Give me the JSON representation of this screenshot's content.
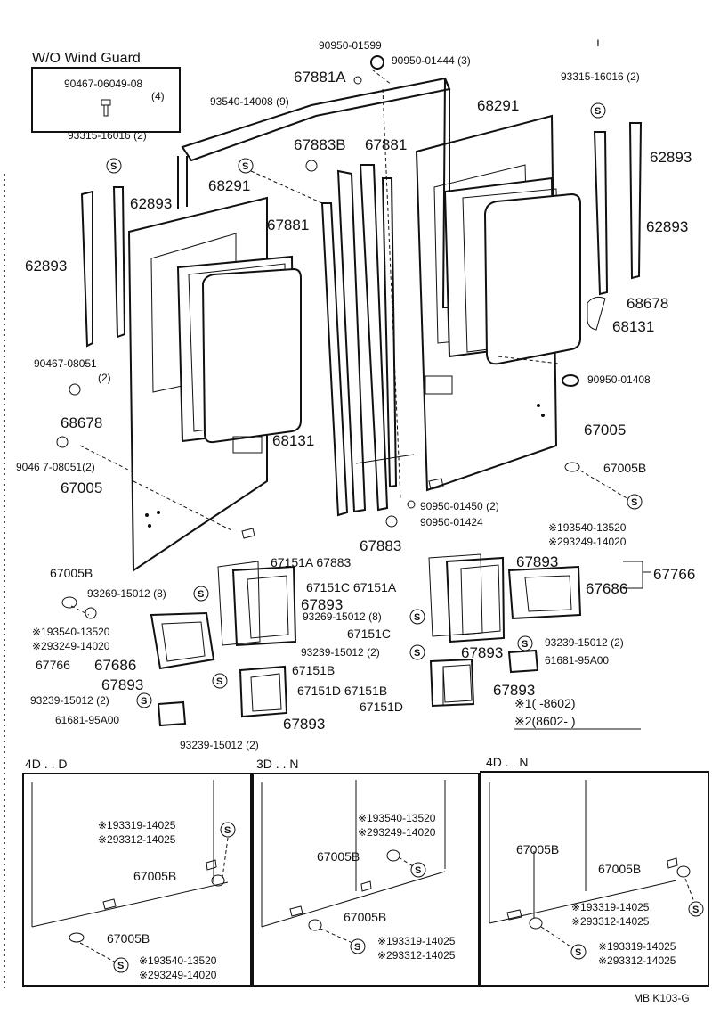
{
  "header_mark": "ı",
  "inset_wo_wind_guard": {
    "title": "W/O Wind Guard",
    "part_no": "90467-06049-08",
    "qty": "(4)"
  },
  "labels": {
    "p90950_01599": "90950-01599",
    "p90950_01444": "90950-01444 (3)",
    "p67881A": "67881A",
    "p93315_16016_r": "93315-16016 (2)",
    "p93540_14008": "93540-14008 (9)",
    "p68291_r": "68291",
    "p93315_16016_l": "93315-16016 (2)",
    "p67883B": "67883B",
    "p67881_top": "67881",
    "p62893_r1": "62893",
    "p62893_l1": "62893",
    "p68291_l": "68291",
    "p67881_mid": "67881",
    "p62893_r2": "62893",
    "p62893_l2": "62893",
    "p68678_r": "68678",
    "p68131_r": "68131",
    "p90467_08051_a": "90467-08051",
    "p90467_08051_a_qty": "(2)",
    "p90950_01408": "90950-01408",
    "p68678_l": "68678",
    "p68131_l": "68131",
    "p67005_r": "67005",
    "p90467_08051_b": "9046 7-08051(2)",
    "p67005B_r": "67005B",
    "p67005_l": "67005",
    "p90950_01450": "90950-01450 (2)",
    "p90950_01424": "90950-01424",
    "p193540_13520_a": "※193540-13520",
    "p293249_14020_a": "※293249-14020",
    "p67883": "67883",
    "p67151A_67883": "67151A 67883",
    "p67893_a": "67893",
    "p67766_r": "67766",
    "p67005B_l": "67005B",
    "p93269_15012_a": "93269-15012 (8)",
    "p67151C_67151A": "67151C 67151A",
    "p67686_r": "67686",
    "p67893_b": "67893",
    "p93269_15012_b": "93269-15012 (8)",
    "p193540_13520_b": "※193540-13520",
    "p293249_14020_b": "※293249-14020",
    "p67151C": "67151C",
    "p93239_15012_a": "93239-15012 (2)",
    "p93239_15012_b": "93239-15012 (2)",
    "p67893_c": "67893",
    "p61681_95A00_r": "61681-95A00",
    "p67766_l": "67766",
    "p67686_l": "67686",
    "p67151B_a": "67151B",
    "p67893_d": "67893",
    "p67151D_a": "67151D 67151B",
    "p67893_e": "67893",
    "p93239_15012_c": "93239-15012 (2)",
    "p67151D_b": "67151D",
    "p61681_95A00_l": "61681-95A00",
    "p67893_f": "67893",
    "p93239_15012_d": "93239-15012 (2)"
  },
  "legend": {
    "row1": "※1(      -8602)",
    "row2": "※2(8602-      )"
  },
  "panels": [
    {
      "title": "4D . . D",
      "labels": {
        "a1": "※193319-14025",
        "a2": "※293312-14025",
        "b": "67005B",
        "c": "67005B",
        "d1": "※193540-13520",
        "d2": "※293249-14020"
      }
    },
    {
      "title": "3D . . N",
      "labels": {
        "a1": "※193540-13520",
        "a2": "※293249-14020",
        "b": "67005B",
        "c": "67005B",
        "d1": "※193319-14025",
        "d2": "※293312-14025"
      }
    },
    {
      "title": "4D . . N",
      "labels": {
        "a": "67005B",
        "b": "67005B",
        "c1": "※193319-14025",
        "c2": "※293312-14025",
        "d1": "※193319-14025",
        "d2": "※293312-14025"
      }
    }
  ],
  "footer_code": "MB  K103-G",
  "screw_symbol": "S"
}
